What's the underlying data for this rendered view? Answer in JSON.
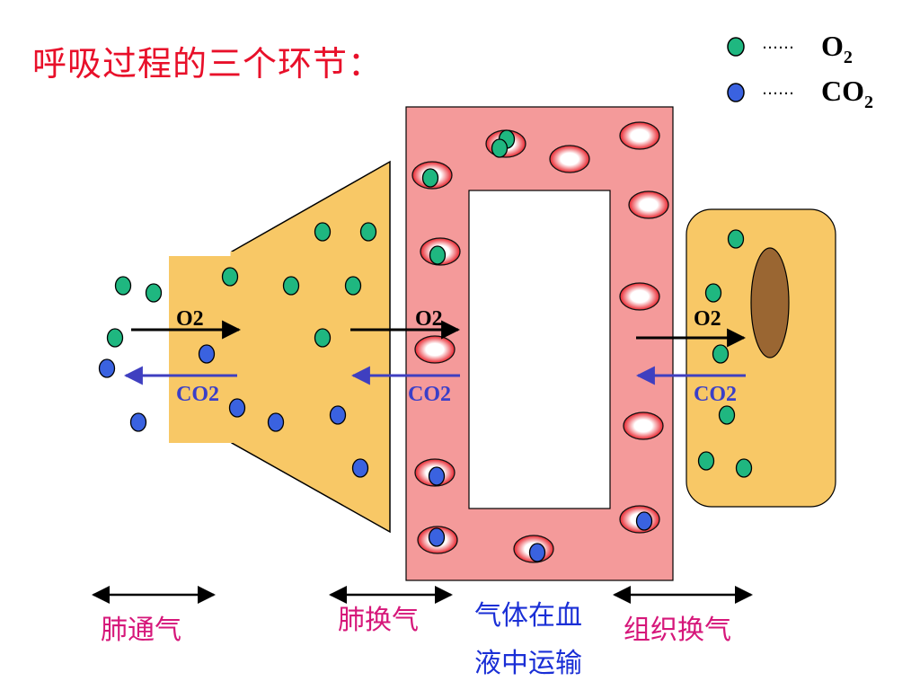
{
  "title": "呼吸过程的三个环节：",
  "legend": {
    "o2_label": "O",
    "o2_sub": "2",
    "co2_label": "CO",
    "co2_sub": "2",
    "dots": "……"
  },
  "arrows": {
    "o2_label": "O2",
    "co2_label": "CO2"
  },
  "stages": {
    "lung_ventilation": "肺通气",
    "lung_exchange": "肺换气",
    "transport_line1": "气体在血",
    "transport_line2": "液中运输",
    "tissue_exchange": "组织换气"
  },
  "colors": {
    "title": "#e8102a",
    "o2_dot": "#1fb780",
    "co2_dot": "#3a62e0",
    "tissue": "#f8c866",
    "blood_vessel": "#f49a9a",
    "nucleus": "#9a6632",
    "o2_arrow": "#000000",
    "co2_arrow": "#3f3fc0",
    "label_pink": "#d6177a",
    "label_blue": "#1a2fd6"
  }
}
